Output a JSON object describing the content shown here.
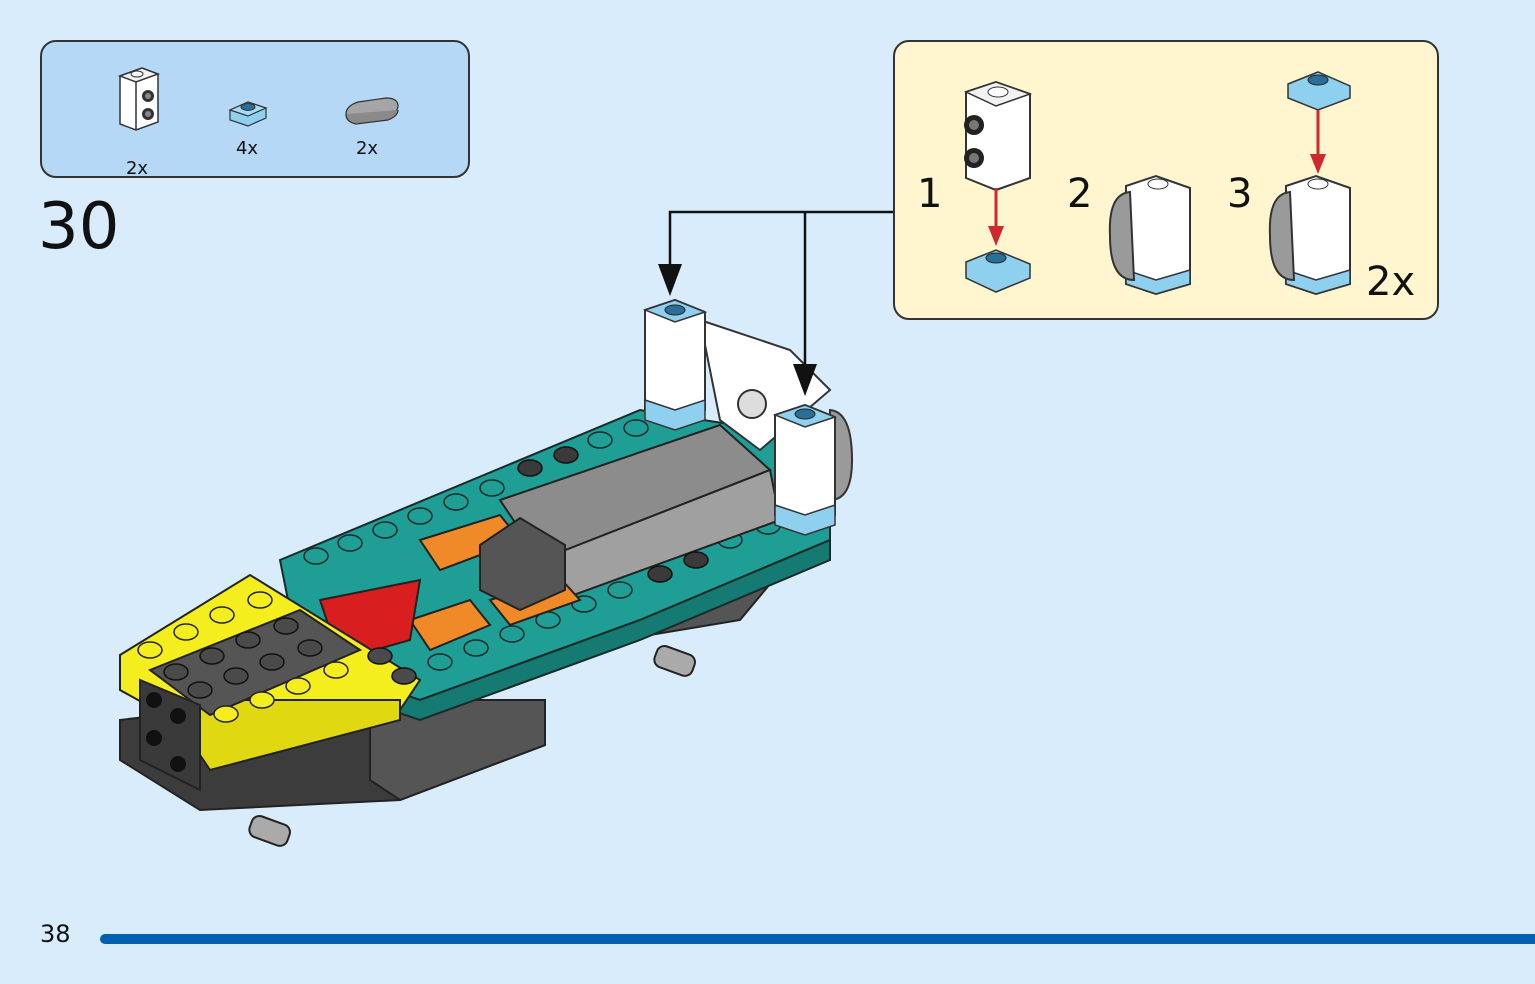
{
  "parts_list": {
    "items": [
      {
        "name": "white-brick-1x2-with-studs-on-side",
        "quantity": "2x"
      },
      {
        "name": "transparent-blue-plate-1x1",
        "quantity": "4x"
      },
      {
        "name": "dark-gray-tile-round-1x2",
        "quantity": "2x"
      }
    ]
  },
  "step": {
    "number": "30"
  },
  "sub_assembly": {
    "steps": [
      "1",
      "2",
      "3"
    ],
    "multiplier": "2x"
  },
  "page": {
    "number": "38"
  },
  "colors": {
    "background": "#d8ecfb",
    "parts_box": "#b4d8f6",
    "sub_box": "#fff6d0",
    "teal": "#1e9e94",
    "yellow": "#f5ee1e",
    "orange": "#f08a28",
    "red": "#d81e1e",
    "dark_gray": "#4a4a4a",
    "light_gray": "#9a9a9a",
    "trans_blue": "#8fd0ee",
    "arrow_red": "#d0282e",
    "page_bar": "#0061b2"
  }
}
